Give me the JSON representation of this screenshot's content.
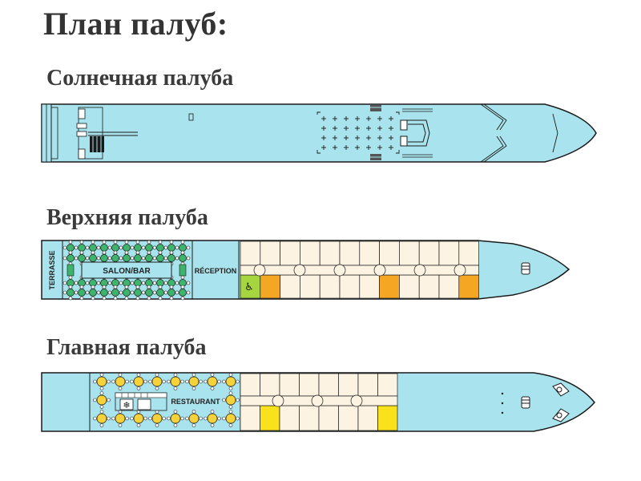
{
  "page": {
    "title": "План палуб:"
  },
  "decks": [
    {
      "id": "sun",
      "title": "Солнечная палуба"
    },
    {
      "id": "upper",
      "title": "Верхняя палуба",
      "labels": {
        "terrace": "TERRASSE",
        "salon": "SALON/BAR",
        "reception": "RÉCEPTION"
      }
    },
    {
      "id": "main",
      "title": "Главная палуба",
      "labels": {
        "restaurant": "RESTAURANT"
      }
    }
  ],
  "colors": {
    "hull": "#a9e4ee",
    "outline": "#1a1a1a",
    "cabin": "#fdf3e3",
    "cabin_orange": "#f5a623",
    "cabin_yellow": "#f9e21b",
    "accessible": "#a6d63f",
    "table_green": "#3db36b",
    "table_yellow": "#f5d23a"
  },
  "icons": {
    "accessible": "wheelchair-icon",
    "snowflake": "snowflake-icon",
    "helm": "helm-icon"
  }
}
